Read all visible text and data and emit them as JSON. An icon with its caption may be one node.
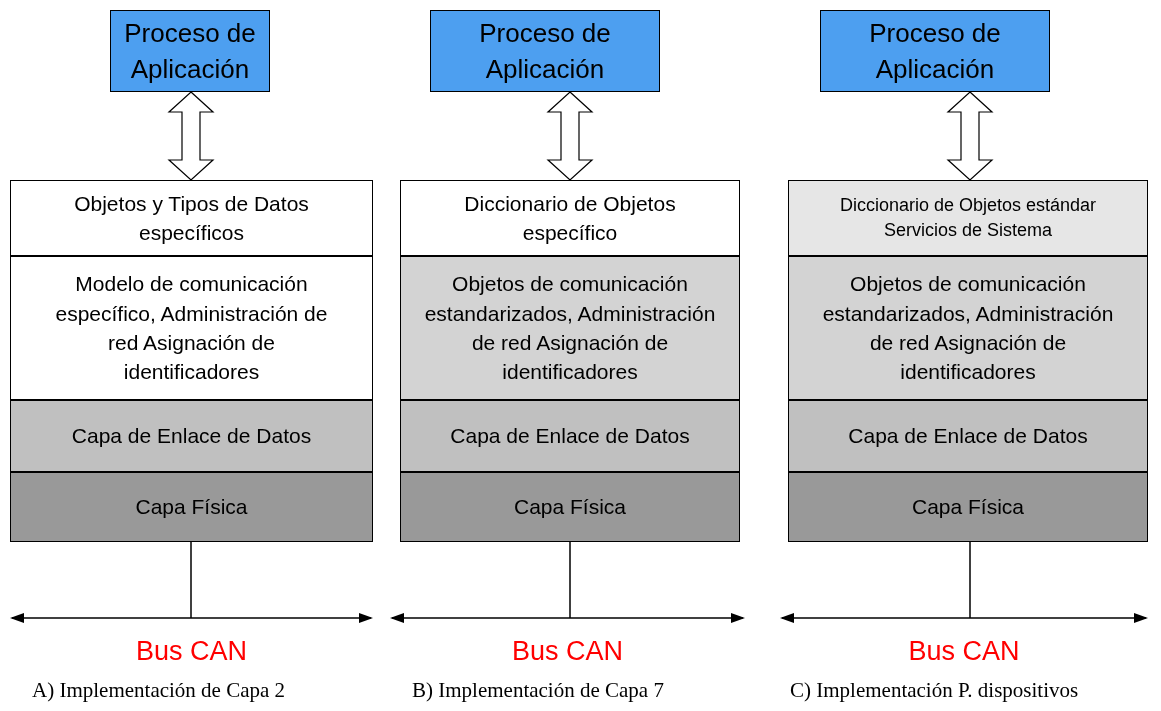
{
  "diagram": {
    "nodes": [
      {
        "text": [
          "Proceso de Aplicación"
        ]
      },
      {
        "text": [
          "Objetos y Tipos de Datos específicos"
        ]
      },
      {
        "text": [
          "Modelo de comunicación específico, Administración de red Asignación de identificadores"
        ]
      },
      {
        "text": [
          "Capa de Enlace de Datos"
        ]
      },
      {
        "text": [
          "Capa Física"
        ]
      },
      {
        "text": [
          "Bus CAN"
        ]
      },
      {
        "text": [
          "Proceso de Aplicación"
        ]
      },
      {
        "text": [
          "Diccionario de Objetos específico"
        ]
      },
      {
        "text": [
          "Objetos de comunicación estandarizados, Administración de red Asignación de identificadores"
        ]
      },
      {
        "text": [
          "Capa de Enlace de Datos"
        ]
      },
      {
        "text": [
          "Capa Física"
        ]
      },
      {
        "text": [
          "Bus CAN"
        ]
      },
      {
        "text": [
          "Proceso de Aplicación"
        ]
      },
      {
        "text": [
          "Diccionario de Objetos estándar Servicios de Sistema"
        ]
      },
      {
        "text": [
          "Objetos de comunicación estandarizados, Administración de red Asignación de identificadores"
        ]
      },
      {
        "text": [
          "Capa de Enlace de Datos"
        ]
      },
      {
        "text": [
          "Capa Física"
        ]
      },
      {
        "text": [
          "Bus CAN"
        ]
      }
    ],
    "edges": [
      {
        "from": 0,
        "to": 1,
        "arrow": "both"
      },
      {
        "from": 4,
        "to": 5,
        "arrow": "none"
      },
      {
        "from": 6,
        "to": 7,
        "arrow": "both"
      },
      {
        "from": 10,
        "to": 11,
        "arrow": "none"
      },
      {
        "from": 12,
        "to": 13,
        "arrow": "both"
      },
      {
        "from": 16,
        "to": 17,
        "arrow": "none"
      }
    ],
    "labels": [
      "A) Implementación de Capa 2",
      "B) Implementación de Capa 7",
      "C) Implementación P. dispositivos"
    ]
  }
}
